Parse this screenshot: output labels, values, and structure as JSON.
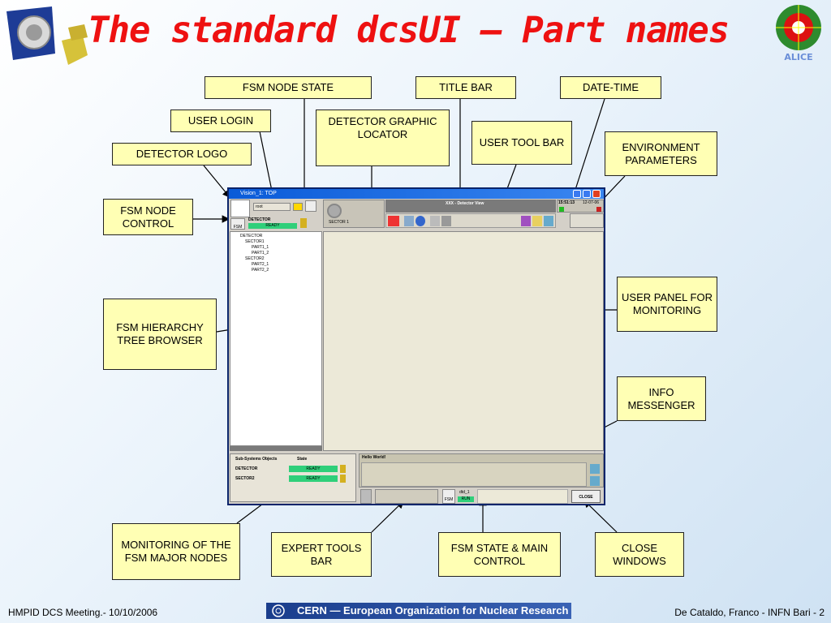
{
  "slide": {
    "title": "The standard dcsUI – Part names",
    "logo_right_text": "ALICE"
  },
  "labels": {
    "fsm_node_state": "FSM NODE STATE",
    "title_bar": "TITLE BAR",
    "date_time": "DATE-TIME",
    "user_login": "USER LOGIN",
    "detector_graphic_locator": "DETECTOR GRAPHIC LOCATOR",
    "user_tool_bar": "USER TOOL BAR",
    "environment_parameters": "ENVIRONMENT PARAMETERS",
    "detector_logo": "DETECTOR LOGO",
    "fsm_node_control": "FSM NODE CONTROL",
    "fsm_hierarchy_tree_browser": "FSM HIERARCHY TREE BROWSER",
    "user_panel_for_monitoring": "USER PANEL FOR MONITORING",
    "info_messenger": "INFO MESSENGER",
    "monitoring_fsm_major_nodes": "MONITORING OF THE FSM MAJOR NODES",
    "expert_tools_bar": "EXPERT TOOLS BAR",
    "fsm_state_main_control": "FSM STATE & MAIN CONTROL",
    "close_windows": "CLOSE WINDOWS"
  },
  "ui": {
    "window_title": "Vision_1: TOP",
    "login_user": "root",
    "fsm_button": "FSM",
    "detector_label": "DETECTOR",
    "ready": "READY",
    "sector_label": "SECTOR 1",
    "detector_view_title": "XXX - Detector View",
    "time": "15:51:13",
    "date": "12-07-06",
    "tree_root": "DETECTOR",
    "tree_items": [
      "SECTOR1",
      "PART1_1",
      "PART1_2",
      "SECTOR2",
      "PART2_1",
      "PART2_2"
    ],
    "subsystems_header": "Sub-Systems Objects",
    "state_header": "State",
    "subsystems": [
      {
        "name": "DETECTOR",
        "state": "READY"
      },
      {
        "name": "SECTOR2",
        "state": "READY"
      }
    ],
    "info_message": "Hello World!",
    "fsm_main_node": "dtd_1",
    "fsm_main_state": "RUN",
    "close_button": "CLOSE"
  },
  "footer": {
    "left": "HMPID DCS Meeting.- 10/10/2006",
    "center": "CERN — European Organization for Nuclear Research",
    "right": "De Cataldo, Franco -  INFN Bari - 2"
  },
  "colors": {
    "title": "#ee1111",
    "label_bg": "#ffffb4",
    "ready_green": "#2fcf7a"
  }
}
